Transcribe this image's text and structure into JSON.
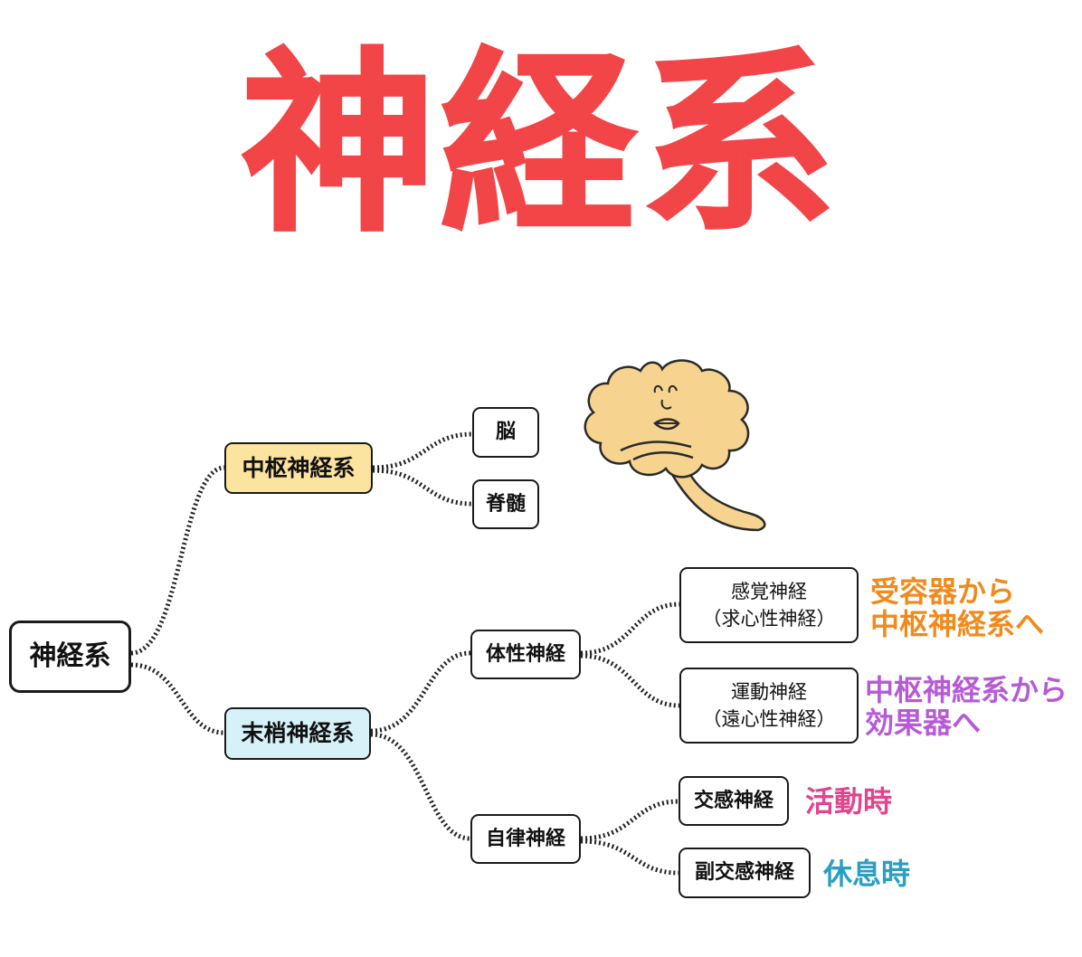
{
  "title": "神経系",
  "colors": {
    "title": "#f24548",
    "central": "#fbe3a0",
    "peripheral": "#d6f2f8",
    "afferent_note": "#f08a1c",
    "efferent_note": "#b65ad6",
    "sympathetic_note": "#e0458e",
    "parasympathetic_note": "#2a9fc2"
  },
  "nodes": {
    "root": "神経系",
    "central": "中枢神経系",
    "brain": "脳",
    "spinal_cord": "脊髄",
    "peripheral": "末梢神経系",
    "somatic": "体性神経",
    "sensory": {
      "line1": "感覚神経",
      "line2": "（求心性神経）"
    },
    "motor": {
      "line1": "運動神経",
      "line2": "（遠心性神経）"
    },
    "autonomic": "自律神経",
    "sympathetic": "交感神経",
    "parasympathetic": "副交感神経"
  },
  "notes": {
    "sensory": {
      "line1": "受容器から",
      "line2": "中枢神経系へ"
    },
    "motor": {
      "line1": "中枢神経系から",
      "line2": "効果器へ"
    },
    "sympathetic": "活動時",
    "parasympathetic": "休息時"
  },
  "illustration": "brain-mascot-icon"
}
